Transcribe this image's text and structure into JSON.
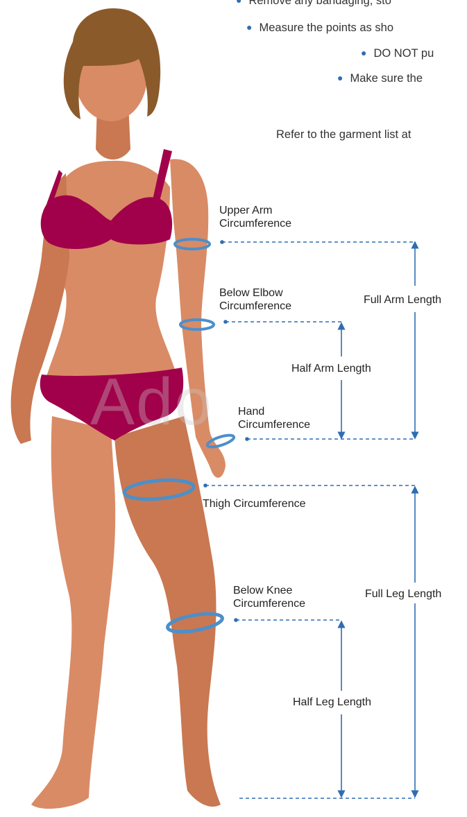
{
  "instructions": [
    "Remove any bandaging, sto",
    "Measure the points as sho",
    "DO NOT pu",
    "Make sure the"
  ],
  "refer_text": "Refer to the garment list at",
  "watermark_text": "Ado",
  "labels": {
    "upper_arm_1": "Upper Arm",
    "upper_arm_2": "Circumference",
    "below_elbow_1": "Below Elbow",
    "below_elbow_2": "Circumference",
    "hand_1": "Hand",
    "hand_2": "Circumference",
    "thigh": "Thigh Circumference",
    "below_knee_1": "Below Knee",
    "below_knee_2": "Circumference",
    "full_arm": "Full Arm Length",
    "half_arm": "Half Arm Length",
    "full_leg": "Full Leg Length",
    "half_leg": "Half Leg Length"
  },
  "colors": {
    "skin": "#d98b66",
    "skin_shadow": "#c97852",
    "hair": "#8b5a2b",
    "garment": "#a1004a",
    "measure_line": "#2f6db3",
    "band": "#4c8fca"
  }
}
